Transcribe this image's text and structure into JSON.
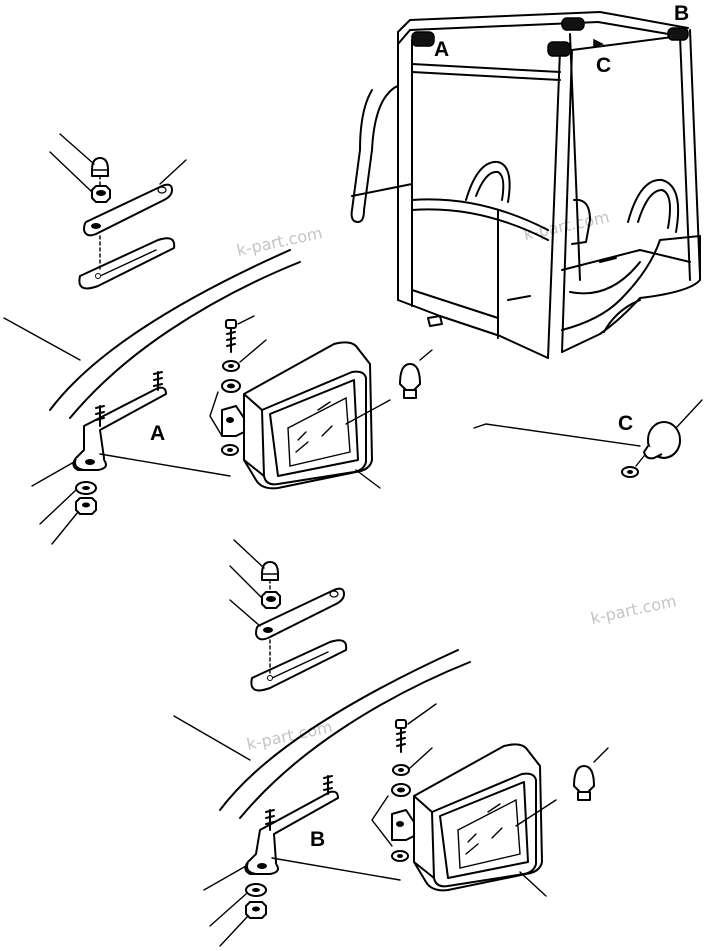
{
  "labels": {
    "a": "A",
    "b": "B",
    "c": "C"
  },
  "watermark": "k-part.com"
}
